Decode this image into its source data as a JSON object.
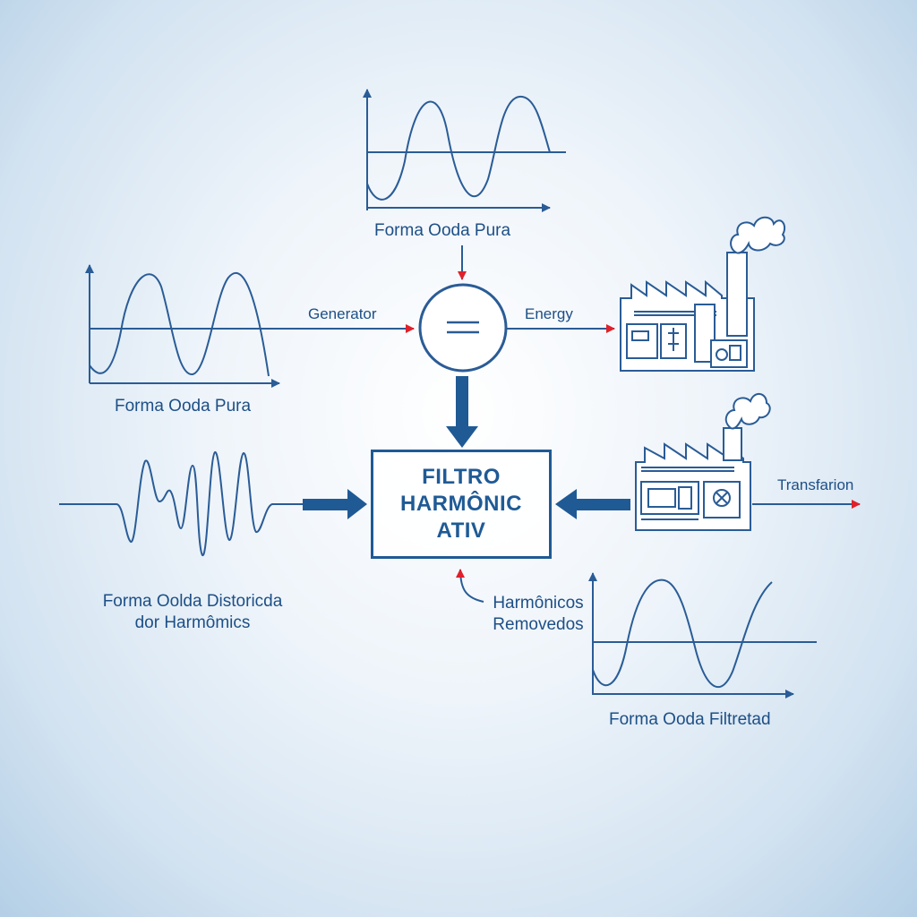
{
  "colors": {
    "line": "#2a5c96",
    "thick_arrow": "#1f5a95",
    "arrow_tip": "#e0202a",
    "label": "#1d4f86"
  },
  "labels": {
    "top_wave": "Forma Ooda Pura",
    "left_wave": "Forma Ooda Pura",
    "generator": "Generator",
    "energy": "Energy",
    "filter_line1": "FILTRO",
    "filter_line2": "HARMÔNIC",
    "filter_line3": "ATIV",
    "transfarion": "Transfarion",
    "distorted_line1": "Forma Oolda Distoricda",
    "distorted_line2": "dor Harmômics",
    "removed_line1": "Harmônicos",
    "removed_line2": "Removedos",
    "filtered_wave": "Forma Ooda Filtretad"
  },
  "icons": {
    "generator": "generator-circle-icon",
    "factory_top": "factory-icon",
    "factory_bottom": "factory-icon"
  }
}
